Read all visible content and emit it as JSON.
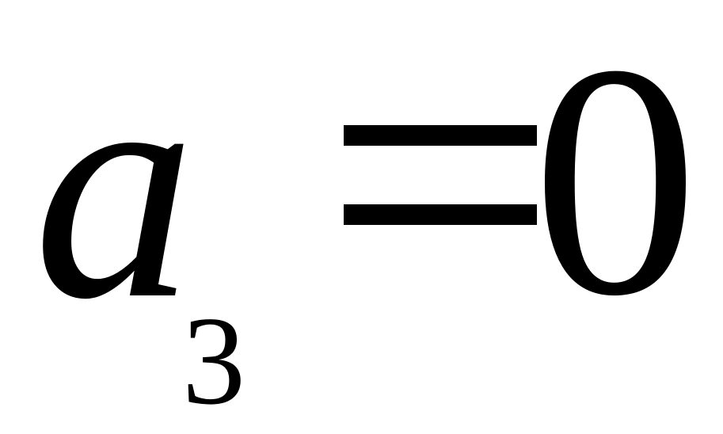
{
  "equation": {
    "variable": "a",
    "subscript": "3",
    "operator": "=",
    "value": "0"
  }
}
